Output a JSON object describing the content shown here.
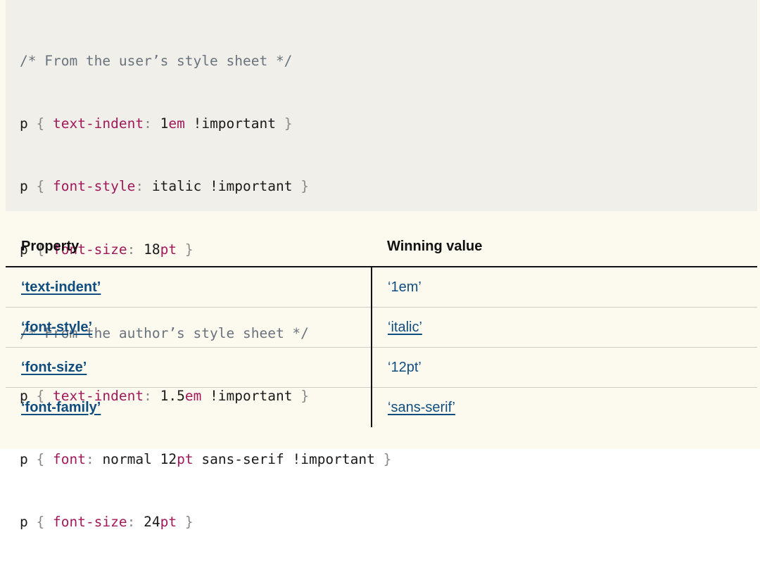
{
  "code": {
    "user_comment": "/* From the user’s style sheet */",
    "user_rules": [
      {
        "selector": "p",
        "open": " { ",
        "property": "text-indent",
        "colon": ": ",
        "number": "1",
        "unit": "em",
        "rest": " !important",
        "close": " }"
      },
      {
        "selector": "p",
        "open": " { ",
        "property": "font-style",
        "colon": ": ",
        "number": "italic",
        "unit": "",
        "rest": " !important",
        "close": " }"
      },
      {
        "selector": "p",
        "open": " { ",
        "property": "font-size",
        "colon": ": ",
        "number": "18",
        "unit": "pt",
        "rest": "",
        "close": " }"
      }
    ],
    "author_comment": "/* From the author’s style sheet */",
    "author_rules": [
      {
        "selector": "p",
        "open": " { ",
        "property": "text-indent",
        "colon": ": ",
        "number": "1.5",
        "unit": "em",
        "rest": " !important",
        "close": " }"
      },
      {
        "selector": "p",
        "open": " { ",
        "property": "font",
        "colon": ": ",
        "number": "normal 12",
        "unit": "pt",
        "rest": " sans-serif !important",
        "close": " }"
      },
      {
        "selector": "p",
        "open": " { ",
        "property": "font-size",
        "colon": ": ",
        "number": "24",
        "unit": "pt",
        "rest": "",
        "close": " }"
      }
    ]
  },
  "table": {
    "headers": [
      "Property",
      "Winning value"
    ],
    "rows": [
      {
        "property": "‘text-indent’",
        "value": "‘1em’"
      },
      {
        "property": "‘font-style’",
        "value": "‘italic’"
      },
      {
        "property": "‘font-size’",
        "value": "‘12pt’"
      },
      {
        "property": "‘font-family’",
        "value": "‘sans-serif’"
      }
    ]
  }
}
